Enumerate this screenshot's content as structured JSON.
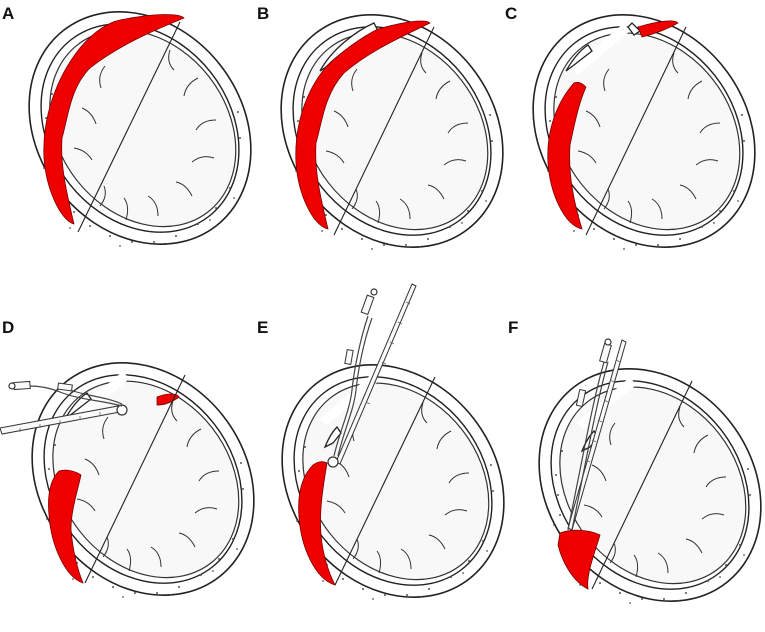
{
  "figure": {
    "panels": [
      {
        "id": "A",
        "label": "A",
        "stage": "hematoma-full"
      },
      {
        "id": "B",
        "label": "B",
        "stage": "burr-hole-opened"
      },
      {
        "id": "C",
        "label": "C",
        "stage": "bone-flap-elevated"
      },
      {
        "id": "D",
        "label": "D",
        "stage": "endoscope-frontal-approach"
      },
      {
        "id": "E",
        "label": "E",
        "stage": "endoscope-lateral-approach"
      },
      {
        "id": "F",
        "label": "F",
        "stage": "endoscope-deep-evacuation"
      }
    ],
    "colors": {
      "hematoma": "#ee0000",
      "outline": "#222222",
      "brain": "#f8f8f8"
    }
  }
}
